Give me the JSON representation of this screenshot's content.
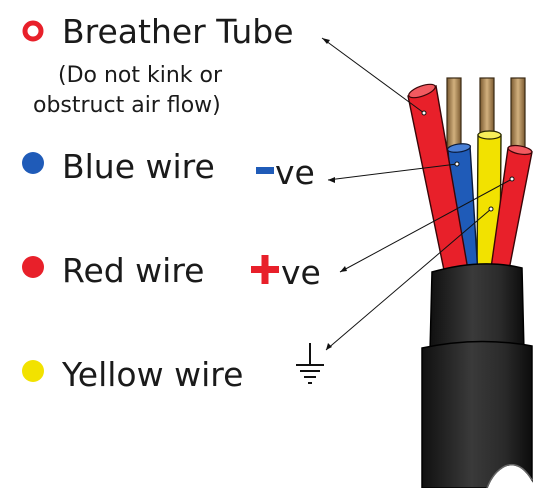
{
  "breather": {
    "title": "Breather Tube",
    "note_line1": "(Do not kink or",
    "note_line2": "obstruct air flow)",
    "bullet_color": "#e8202a"
  },
  "blue": {
    "label": "Blue wire",
    "polarity_sign": "-",
    "polarity_suffix": "ve",
    "bullet_color": "#1f5bb8",
    "sign_color": "#1f5bb8"
  },
  "red": {
    "label": "Red wire",
    "polarity_sign": "+",
    "polarity_suffix": "ve",
    "bullet_color": "#e8202a",
    "sign_color": "#e8202a"
  },
  "yellow": {
    "label": "Yellow wire",
    "polarity_icon": "ground-symbol-icon",
    "bullet_color": "#f2e200"
  },
  "colors": {
    "cable_jacket": "#1c1c1c",
    "conductor": "#b08a58",
    "tube_red": "#e8202a",
    "wire_blue": "#1f5bb8",
    "wire_yellow": "#f2e200"
  }
}
